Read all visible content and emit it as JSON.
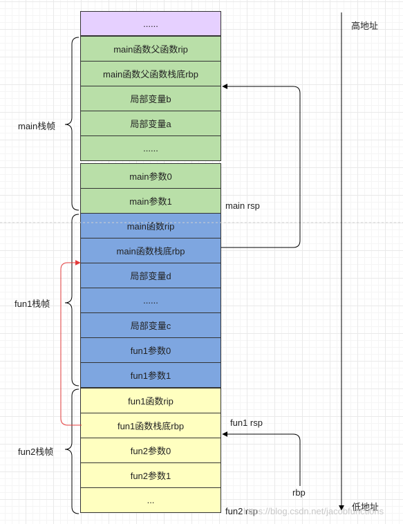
{
  "cells": [
    {
      "text": "......",
      "color": "#e6d0ff"
    },
    {
      "text": "main函数父函数rip",
      "color": "#b9dfa8"
    },
    {
      "text": "main函数父函数栈底rbp",
      "color": "#b9dfa8"
    },
    {
      "text": "局部变量b",
      "color": "#b9dfa8"
    },
    {
      "text": "局部变量a",
      "color": "#b9dfa8"
    },
    {
      "text": "......",
      "color": "#b9dfa8"
    },
    {
      "text": "main参数0",
      "color": "#b9dfa8"
    },
    {
      "text": "main参数1",
      "color": "#b9dfa8"
    },
    {
      "text": "main函数rip",
      "color": "#7ea6e0"
    },
    {
      "text": "main函数栈底rbp",
      "color": "#7ea6e0"
    },
    {
      "text": "局部变量d",
      "color": "#7ea6e0"
    },
    {
      "text": "......",
      "color": "#7ea6e0"
    },
    {
      "text": "局部变量c",
      "color": "#7ea6e0"
    },
    {
      "text": "fun1参数0",
      "color": "#7ea6e0"
    },
    {
      "text": "fun1参数1",
      "color": "#7ea6e0"
    },
    {
      "text": "fun1函数rip",
      "color": "#ffffc0"
    },
    {
      "text": "fun1函数栈底rbp",
      "color": "#ffffc0"
    },
    {
      "text": "fun2参数0",
      "color": "#ffffc0"
    },
    {
      "text": "fun2参数1",
      "color": "#ffffc0"
    },
    {
      "text": "...",
      "color": "#ffffc0"
    }
  ],
  "frames": {
    "main": "main栈帧",
    "fun1": "fun1栈帧",
    "fun2": "fun2栈帧"
  },
  "pointers": {
    "main_rsp": "main rsp",
    "fun1_rsp": "fun1 rsp",
    "rbp": "rbp",
    "fun2_rsp": "fun2 rsp"
  },
  "address_axis": {
    "high": "高地址",
    "low": "低地址"
  },
  "watermark": "https://blog.csdn.net/jacobfunctions",
  "colors": {
    "border": "#333333",
    "arrow": "#000000",
    "rbp_link": "#e33b3b"
  }
}
